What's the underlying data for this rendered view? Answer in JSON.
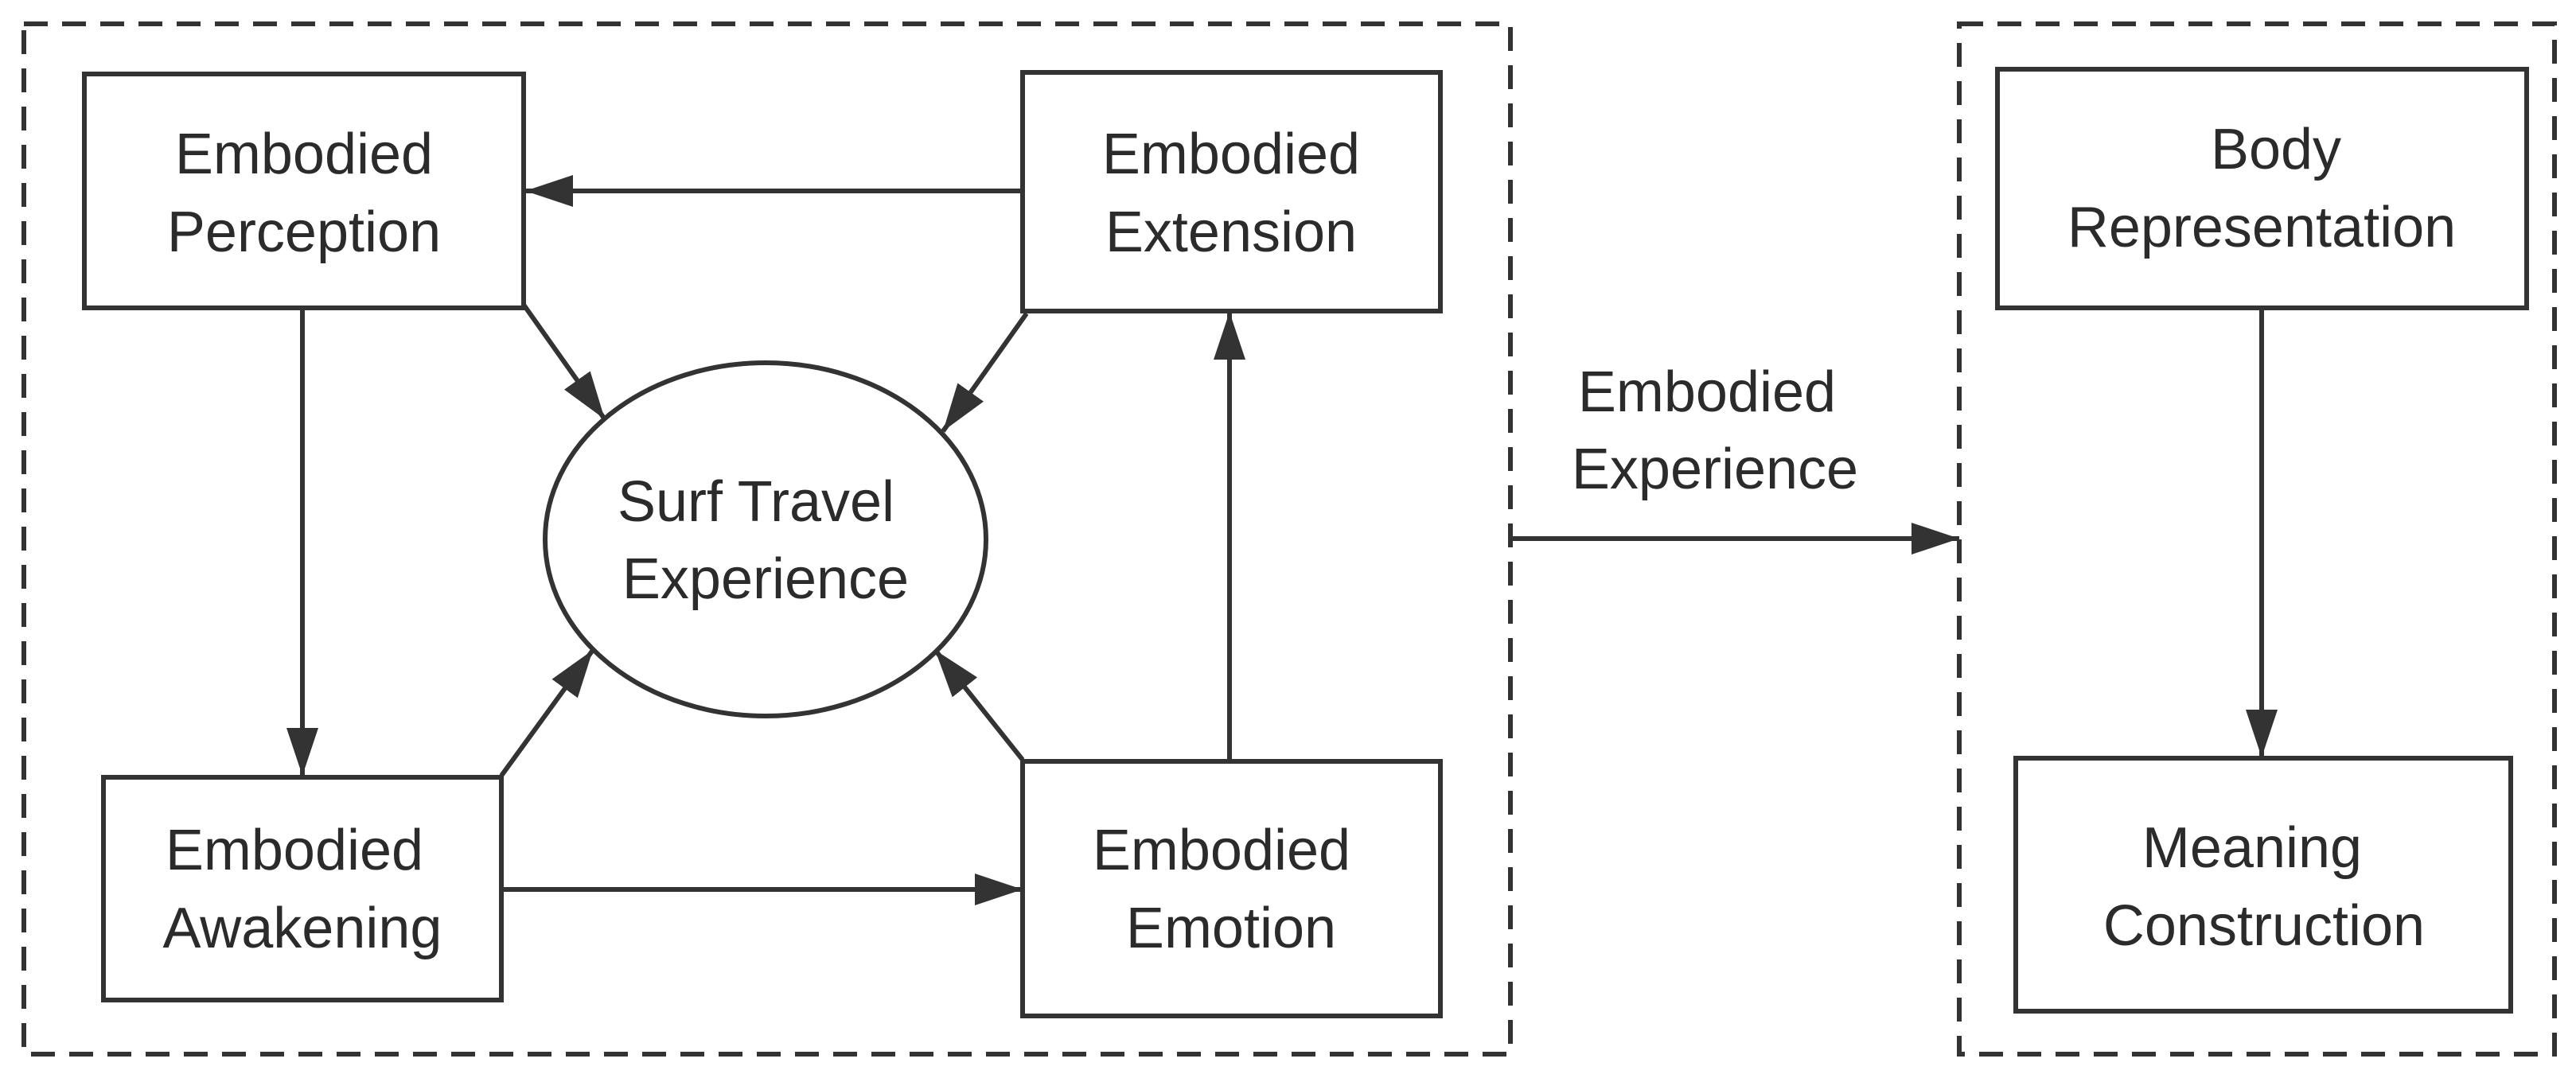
{
  "nodes": {
    "embodied_perception": [
      "Embodied",
      "Perception"
    ],
    "embodied_extension": [
      "Embodied",
      "Extension"
    ],
    "surf_travel_experience": [
      "Surf Travel",
      "Experience"
    ],
    "embodied_awakening": [
      "Embodied",
      "Awakening"
    ],
    "embodied_emotion": [
      "Embodied",
      "Emotion"
    ],
    "body_representation": [
      "Body",
      "Representation"
    ],
    "meaning_construction": [
      "Meaning",
      "Construction"
    ]
  },
  "edge_label": [
    "Embodied",
    "Experience"
  ],
  "colors": {
    "stroke": "#333333",
    "text": "#2b2b2b",
    "background": "#ffffff"
  }
}
